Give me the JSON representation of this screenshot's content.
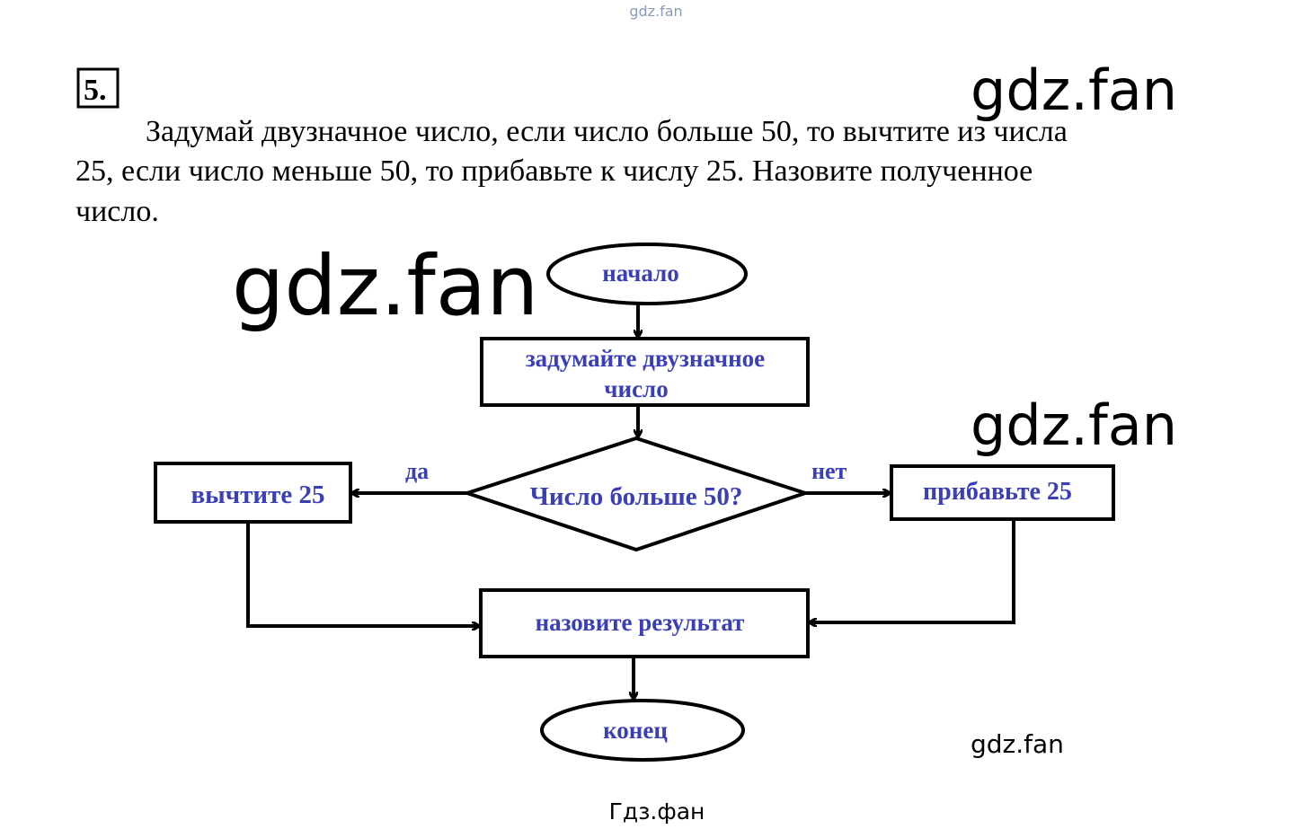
{
  "watermarks": {
    "top_small": "gdz.fan",
    "top_right": "gdz.fan",
    "center_left": "gdz.fan",
    "mid_right": "gdz.fan",
    "bottom_right": "gdz.fan",
    "bottom_center": "Гдз.фан"
  },
  "task": {
    "number": "5.",
    "lines": [
      "Задумай двузначное число, если число больше 50, то вычтите из числа",
      "25, если число меньше 50, то прибавьте к числу 25. Назовите полученное",
      "число."
    ]
  },
  "flowchart": {
    "start": "начало",
    "step1_line1": "задумайте двузначное",
    "step1_line2": "число",
    "decision": "Число больше 50?",
    "yes_label": "да",
    "no_label": "нет",
    "yes_action": "вычтите 25",
    "no_action": "прибавьте 25",
    "result": "назовите результат",
    "end": "конец"
  },
  "colors": {
    "node_text": "#3a3fb8"
  }
}
